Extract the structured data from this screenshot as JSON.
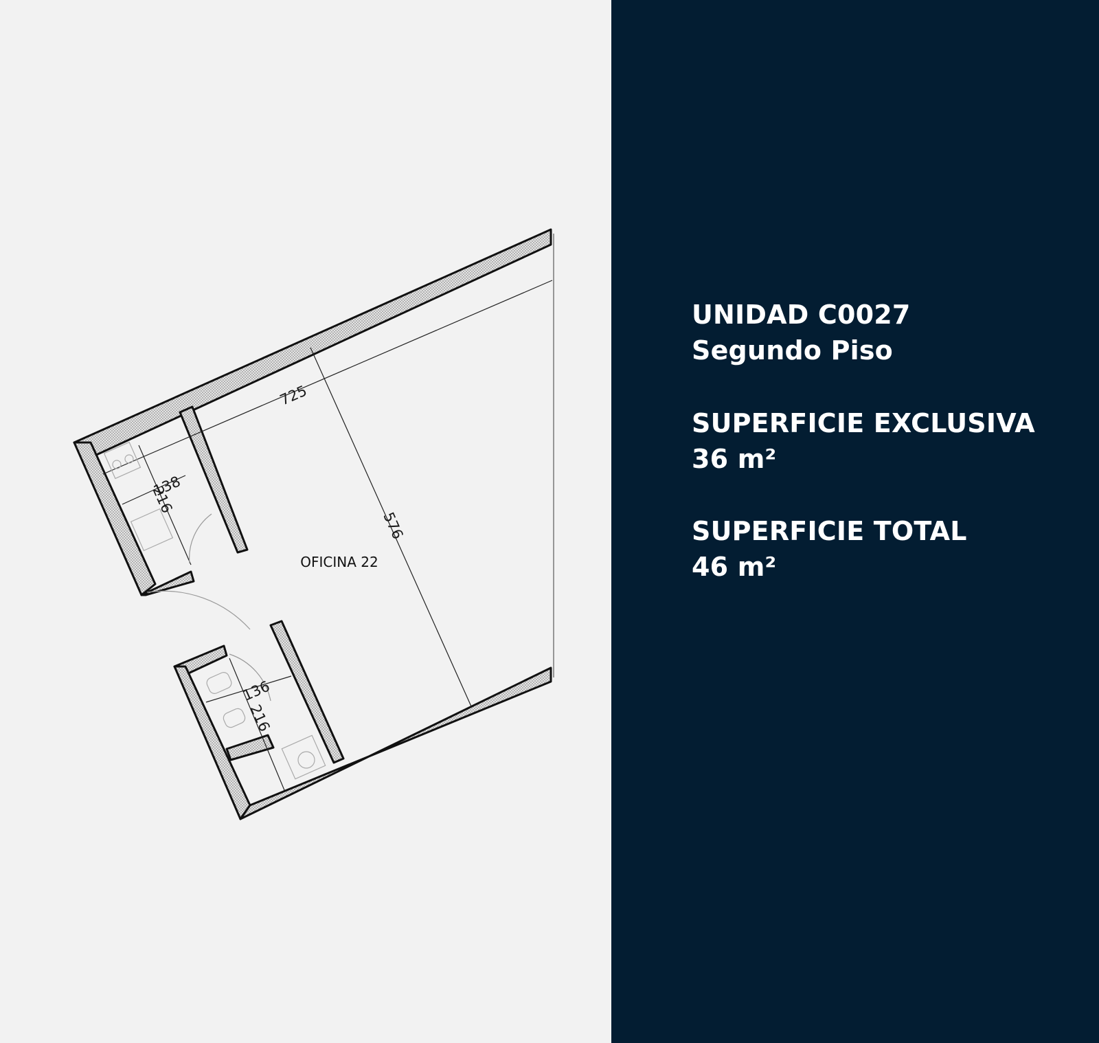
{
  "colors": {
    "panel_bg": "#031d32",
    "plan_bg": "#f2f2f2",
    "wall_fill": "#d9d9d9",
    "line": "#111111"
  },
  "plan": {
    "room_label": "OFICINA 22",
    "dims": {
      "length": "725",
      "depth": "576",
      "kitchen_width": "138",
      "kitchen_depth": "216",
      "bath_width": "136",
      "bath_depth": "216"
    }
  },
  "info": {
    "unit_title": "UNIDAD C0027",
    "floor": "Segundo Piso",
    "exclusive_label": "SUPERFICIE EXCLUSIVA",
    "exclusive_value": "36 m²",
    "total_label": "SUPERFICIE TOTAL",
    "total_value": "46 m²"
  }
}
